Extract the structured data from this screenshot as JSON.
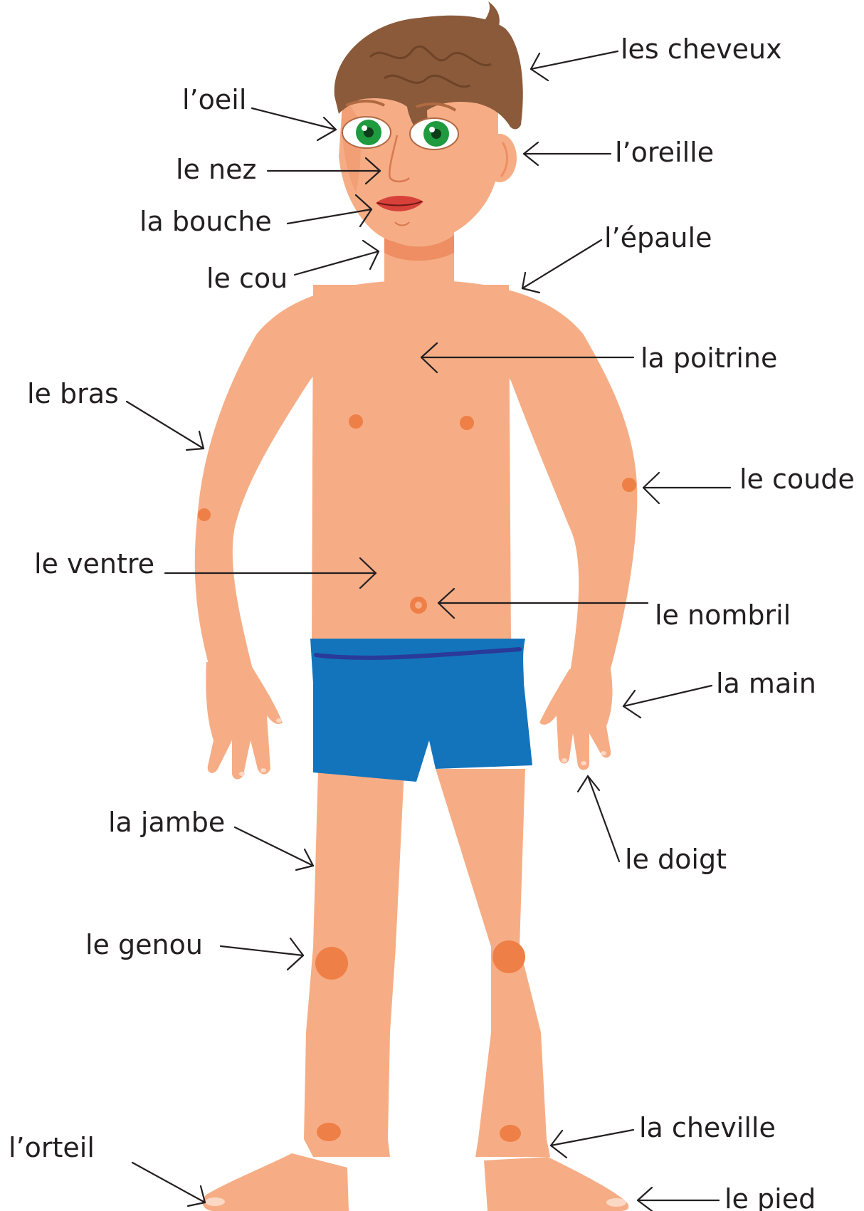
{
  "colors": {
    "skin": "#f6ad85",
    "spot": "#ee7f46",
    "shorts": "#1374bb",
    "shorts_band": "#2a3a99",
    "hair": "#8a5a3a",
    "eye_iris": "#1f9a3f",
    "lips": "#d8413a",
    "ink": "#231f20"
  },
  "labels": {
    "cheveux": "les cheveux",
    "oeil": "l’oeil",
    "oreille": "l’oreille",
    "nez": "le nez",
    "bouche": "la bouche",
    "epaule": "l’épaule",
    "cou": "le cou",
    "poitrine": "la poitrine",
    "bras": "le bras",
    "coude": "le coude",
    "ventre": "le ventre",
    "nombril": "le nombril",
    "main": "la main",
    "jambe": "la jambe",
    "doigt": "le doigt",
    "genou": "le genou",
    "cheville": "la cheville",
    "orteil": "l’orteil",
    "pied": "le pied"
  }
}
